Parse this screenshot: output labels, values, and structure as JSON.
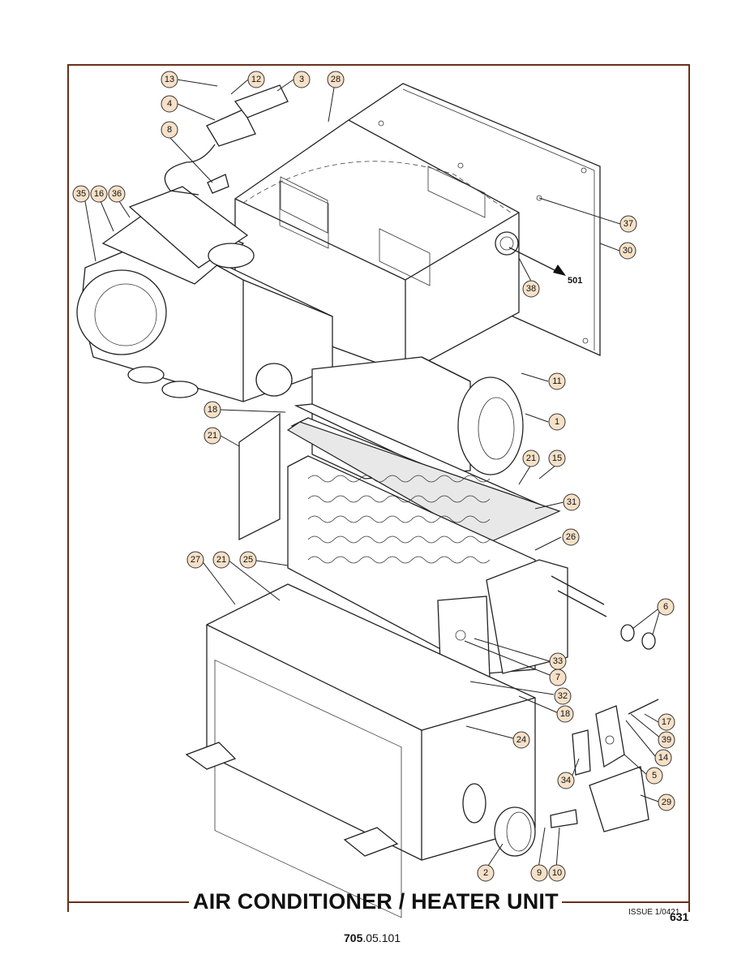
{
  "title": "AIR CONDITIONER / HEATER UNIT",
  "issue": "ISSUE 1/0421",
  "page_number": "631",
  "doc_number_bold": "705",
  "doc_number_rest": ".05.101",
  "reference_arrow_label": "501",
  "callouts": [
    "1",
    "2",
    "3",
    "4",
    "5",
    "6",
    "7",
    "8",
    "9",
    "10",
    "11",
    "12",
    "13",
    "14",
    "15",
    "16",
    "17",
    "18",
    "21",
    "24",
    "25",
    "26",
    "27",
    "28",
    "29",
    "30",
    "31",
    "32",
    "33",
    "34",
    "35",
    "36",
    "37",
    "38",
    "39"
  ],
  "colors": {
    "frame": "#6b2f1a",
    "callout_fill": "#f6e1c8",
    "line": "#222222"
  }
}
